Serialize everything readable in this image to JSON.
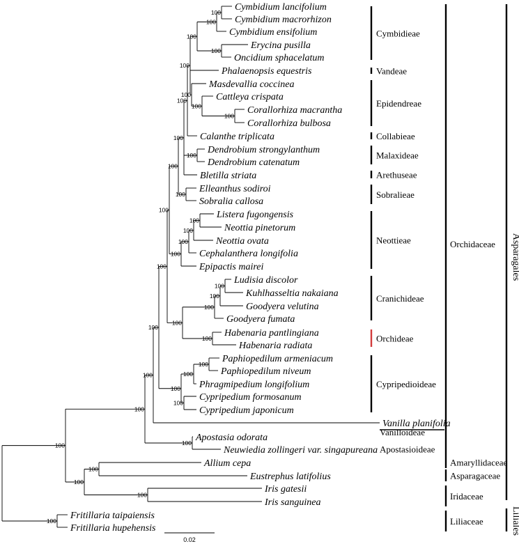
{
  "taxa": [
    "Cymbidium lancifolium",
    "Cymbidium macrorhizon",
    "Cymbidium ensifolium",
    "Erycina pusilla",
    "Oncidium sphacelatum",
    "Phalaenopsis equestris",
    "Masdevallia coccinea",
    "Cattleya crispata",
    "Corallorhiza macrantha",
    "Corallorhiza bulbosa",
    "Calanthe triplicata",
    "Dendrobium strongylanthum",
    "Dendrobium catenatum",
    "Bletilla striata",
    "Elleanthus sodiroi",
    "Sobralia callosa",
    "Listera fugongensis",
    "Neottia pinetorum",
    "Neottia ovata",
    "Cephalanthera longifolia",
    "Epipactis mairei",
    "Ludisia discolor",
    "Kuhlhasseltia nakaiana",
    "Goodyera velutina",
    "Goodyera fumata",
    "Habenaria pantlingiana",
    "Habenaria radiata",
    "Paphiopedilum armeniacum",
    "Paphiopedilum niveum",
    "Phragmipedium longifolium",
    "Cypripedium formosanum",
    "Cypripedium japonicum",
    "Vanilla planifolia",
    "Apostasia odorata",
    "Neuwiedia zollingeri var. singapureana",
    "Allium cepa",
    "Eustrephus latifolius",
    "Iris gatesii",
    "Iris sanguinea",
    "Fritillaria taipaiensis",
    "Fritillaria hupehensis"
  ],
  "highlighted_taxon": "Habenaria radiata",
  "highlight_color": "#c0302e",
  "support_label": "100",
  "tribes": [
    "Cymbidieae",
    "Vandeae",
    "Epidendreae",
    "Collabieae",
    "Malaxideae",
    "Arethuseae",
    "Sobralieae",
    "Neottieae",
    "Cranichideae",
    "Orchideae",
    "Cypripedioideae",
    "Vanilloideae",
    "Apostasioideae"
  ],
  "families": [
    "Orchidaceae",
    "Amaryllidaceae",
    "Asparagaceae",
    "Iridaceae",
    "Liliaceae"
  ],
  "orders": [
    "Asparagales",
    "Liliales"
  ],
  "scale_bar_label": "0.02"
}
